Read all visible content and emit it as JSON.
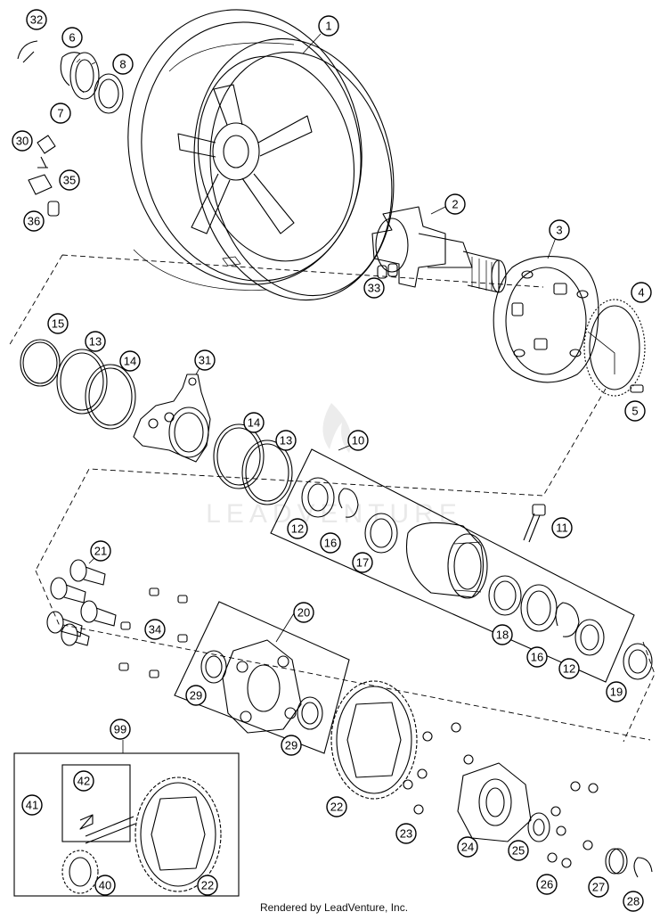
{
  "watermark": "LEADVENTURE",
  "footer": "Rendered by LeadVenture, Inc.",
  "callouts": [
    "1",
    "2",
    "3",
    "4",
    "5",
    "6",
    "7",
    "8",
    "10",
    "11",
    "12",
    "12",
    "13",
    "13",
    "14",
    "14",
    "15",
    "16",
    "16",
    "17",
    "18",
    "19",
    "20",
    "21",
    "22",
    "22",
    "23",
    "24",
    "25",
    "26",
    "27",
    "28",
    "29",
    "29",
    "30",
    "31",
    "32",
    "33",
    "34",
    "35",
    "36",
    "40",
    "41",
    "42",
    "99"
  ]
}
